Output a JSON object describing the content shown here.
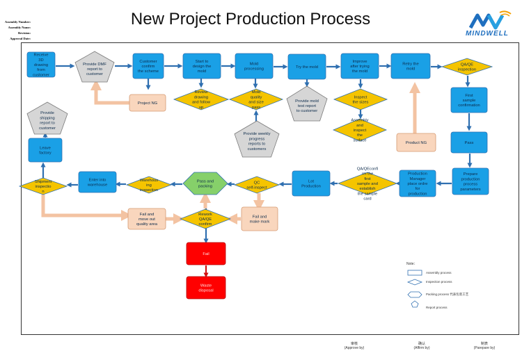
{
  "meta": {
    "assembly_number": "Assembly Number:",
    "assembly_name": "Assembly Name:",
    "revision": "Revision:",
    "approval_date": "Approval Date:"
  },
  "title": "New Project Production Process",
  "logo_text": "MINDWELL",
  "colors": {
    "assembly": "#1aa0e6",
    "inspection": "#f5c400",
    "report": "#d6d6d6",
    "fail_box": "#f9d6bd",
    "packing": "#86d06a",
    "fail": "#ff0000",
    "arrow": "#2f6fb0"
  },
  "nodes": {
    "receive": "Receive 3D drawing from customer",
    "provide_dmf": "Provide DMF report to customer",
    "customer_confirm": "Customer confirm the scheme",
    "project_ng": "Project NG",
    "start_design": "Start to design the mold",
    "review_drawing": "Review drawing and follow up",
    "mold_processing": "Mold processing",
    "mold_quality": "Mold quality and size pass",
    "weekly_report": "Provide weekly progress reports to customers",
    "try_mold": "Try the mold",
    "mold_test_report": "Provide mold test report to customer",
    "improve": "Improve after trying the mold",
    "inspect_sizes": "Inspect the sizes",
    "assembly_inspect": "Assembly and inspect the surface",
    "retry_mold": "Retry the mold",
    "product_ng": "Product NG",
    "qaqe_inspection": "QA/QE inspection",
    "first_sample": "First sample confirmation",
    "pass": "Pass",
    "prepare_params": "Prepare production process parameters",
    "pm_place_order": "Production Manager place ordre for production",
    "qaqe_confirm": "QA/QEconfi rm the first sample and establish the sample card",
    "lot_production": "Lot Production",
    "qc_self": "QC self-inspect",
    "fail_mark": "Fail and make mark",
    "pass_packing": "Pass and packing",
    "rework": "Rework QA/QE confirm",
    "fail": "Fail",
    "waste_disposal": "Waste disposal",
    "warehousing": "Warehous ing inspection",
    "enter_warehouse": "Enter into warehouse",
    "shipment": "Shipment inspectio n",
    "fail_move": "Fail and move out quality area",
    "leave_factory": "Leave factory",
    "shipping_report": "Provide shipping report to customer"
  },
  "legend": {
    "title": "Note：",
    "assembly": "Assembly process",
    "inspection": "Inspection process",
    "packing": "Packing process 代表包装工艺",
    "report": "Report process"
  },
  "footer": {
    "approve_cn": "审核",
    "approve": "(Approve by)",
    "affirm_cn": "确认",
    "affirm": "(Affirm by)",
    "prepare_cn": "制表",
    "prepare": "(Parepare by)"
  }
}
